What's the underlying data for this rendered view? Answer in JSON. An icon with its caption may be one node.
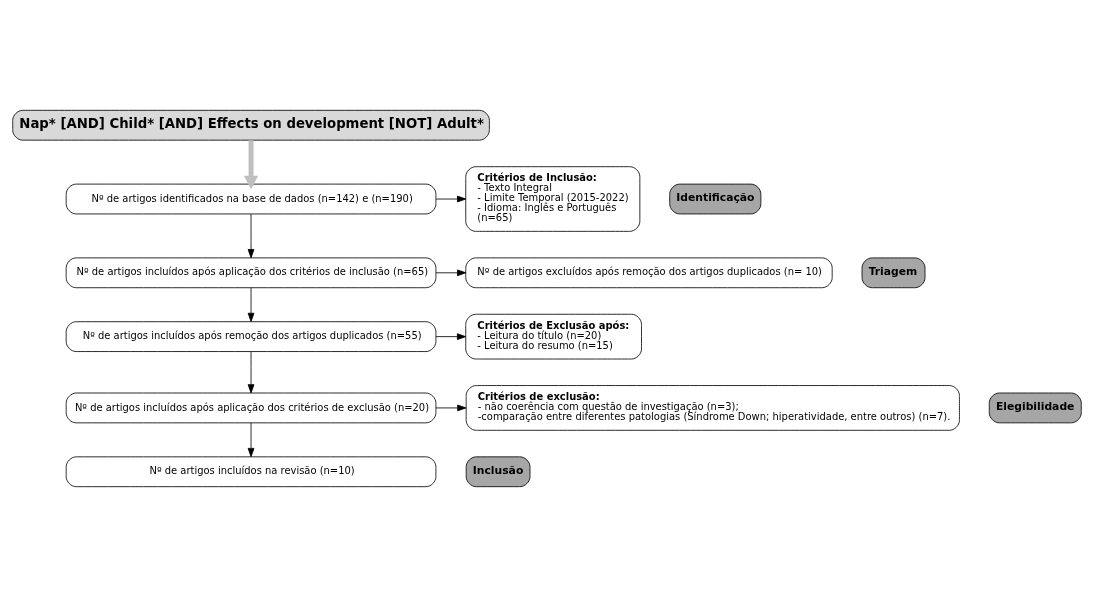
{
  "diagram": {
    "nodes": [
      {
        "text": [
          "Nap* [AND] Child* [AND] Effects on development [NOT] Adult*"
        ]
      },
      {
        "text": [
          "Identificação"
        ]
      },
      {
        "text": [
          "Triagem"
        ]
      },
      {
        "text": [
          "Elegibilidade"
        ]
      },
      {
        "text": [
          "Inclusão"
        ]
      },
      {
        "text": [
          "Nº de artigos identificados na base de dados (n=142) e (n=190)"
        ]
      },
      {
        "text": [
          "Nº de artigos incluídos após aplicação dos critérios de inclusão (n=65)"
        ]
      },
      {
        "text": [
          "Nº de artigos incluídos após remoção dos artigos duplicados (n=55)"
        ]
      },
      {
        "text": [
          "Nº de artigos incluídos após aplicação dos critérios de exclusão (n=20)"
        ]
      },
      {
        "text": [
          "Nº de artigos incluídos na revisão (n=10)"
        ]
      },
      {
        "text": [
          "Critérios de Inclusão:",
          "- Texto Integral",
          "- Limite Temporal (2015-2022)",
          "- Idioma: Inglês e Português",
          "(n=65)"
        ]
      },
      {
        "text": [
          "Nº de artigos excluídos após remoção dos artigos duplicados (n= 10)"
        ]
      },
      {
        "text": [
          "Critérios de Exclusão após:",
          "- Leitura do título (n=20)",
          "- Leitura do resumo (n=15)"
        ]
      },
      {
        "text": [
          "Critérios de exclusão:",
          "- não coerência com questão de investigação (n=3);",
          "-comparação entre diferentes patologias (Síndrome Down; hiperatividade, entre outros) (n=7)."
        ]
      }
    ],
    "edges": [
      {
        "from": 0,
        "to": 5,
        "arrow": "to",
        "style": "thick",
        "color": "#bfbfbf"
      },
      {
        "from": 5,
        "to": 6,
        "arrow": "to"
      },
      {
        "from": 5,
        "to": 10,
        "arrow": "to"
      },
      {
        "from": 6,
        "to": 7,
        "arrow": "to"
      },
      {
        "from": 6,
        "to": 11,
        "arrow": "to"
      },
      {
        "from": 7,
        "to": 8,
        "arrow": "to"
      },
      {
        "from": 7,
        "to": 12,
        "arrow": "to"
      },
      {
        "from": 8,
        "to": 9,
        "arrow": "to"
      },
      {
        "from": 8,
        "to": 13,
        "arrow": "to"
      }
    ]
  }
}
